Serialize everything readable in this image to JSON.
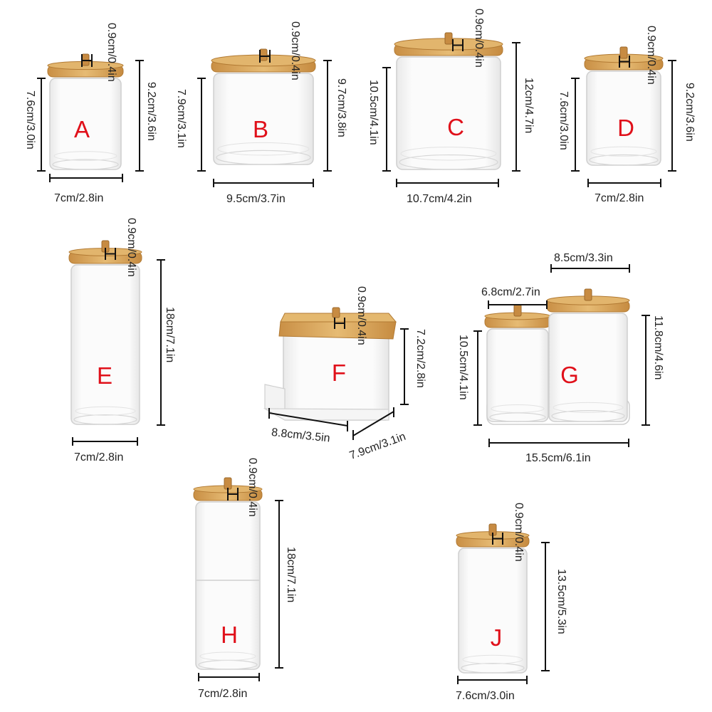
{
  "colors": {
    "label": "#e0101a",
    "dimension_text": "#222222",
    "line": "#111111",
    "lid_wood": "#d9a85c",
    "glass_edge": "#c8c8c8"
  },
  "containers": [
    {
      "id": "A",
      "lid": "0.9cm/0.4in",
      "height_total": "9.2cm/3.6in",
      "height_body": "7.6cm/3.0in",
      "width": "7cm/2.8in"
    },
    {
      "id": "B",
      "lid": "0.9cm/0.4in",
      "height_total": "9.7cm/3.8in",
      "height_body": "7.9cm/3.1in",
      "width": "9.5cm/3.7in"
    },
    {
      "id": "C",
      "lid": "0.9cm/0.4in",
      "height_total": "12cm/4.7in",
      "height_body": "10.5cm/4.1in",
      "width": "10.7cm/4.2in"
    },
    {
      "id": "D",
      "lid": "0.9cm/0.4in",
      "height_total": "9.2cm/3.6in",
      "height_body": "7.6cm/3.0in",
      "width": "7cm/2.8in"
    },
    {
      "id": "E",
      "lid": "0.9cm/0.4in",
      "height_total": "18cm/7.1in",
      "width": "7cm/2.8in"
    },
    {
      "id": "F",
      "lid": "0.9cm/0.4in",
      "height_total": "7.2cm/2.8in",
      "width": "8.8cm/3.5in",
      "depth": "7.9cm/3.1in"
    },
    {
      "id": "G",
      "width_small": "6.8cm/2.7in",
      "width_large": "8.5cm/3.3in",
      "height_small": "10.5cm/4.1in",
      "height_large": "11.8cm/4.6in",
      "width_total": "15.5cm/6.1in"
    },
    {
      "id": "H",
      "lid": "0.9cm/0.4in",
      "height_total": "18cm/7.1in",
      "width": "7cm/2.8in"
    },
    {
      "id": "J",
      "lid": "0.9cm/0.4in",
      "height_total": "13.5cm/5.3in",
      "width": "7.6cm/3.0in"
    }
  ]
}
